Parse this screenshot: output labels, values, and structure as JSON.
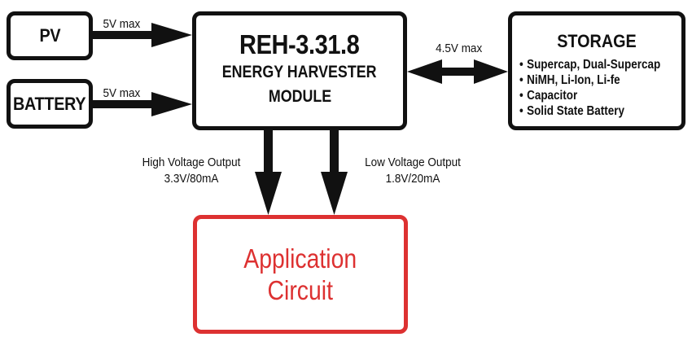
{
  "sources": {
    "pv": {
      "label": "PV",
      "max_label": "5V max"
    },
    "battery": {
      "label": "BATTERY",
      "max_label": "5V max"
    }
  },
  "module": {
    "title": "REH-3.31.8",
    "subtitle_line1": "ENERGY HARVESTER",
    "subtitle_line2": "MODULE"
  },
  "storage": {
    "link_label": "4.5V max",
    "title": "STORAGE",
    "items": [
      "Supercap, Dual-Supercap",
      "NiMH, Li-Ion, Li-fe",
      "Capacitor",
      "Solid State Battery"
    ]
  },
  "outputs": {
    "high": {
      "label": "High Voltage Output",
      "value": "3.3V/80mA"
    },
    "low": {
      "label": "Low Voltage Output",
      "value": "1.8V/20mA"
    }
  },
  "application": {
    "line1": "Application",
    "line2": "Circuit"
  },
  "colors": {
    "stroke": "#111111",
    "application": "#dd3131",
    "background": "#ffffff"
  }
}
